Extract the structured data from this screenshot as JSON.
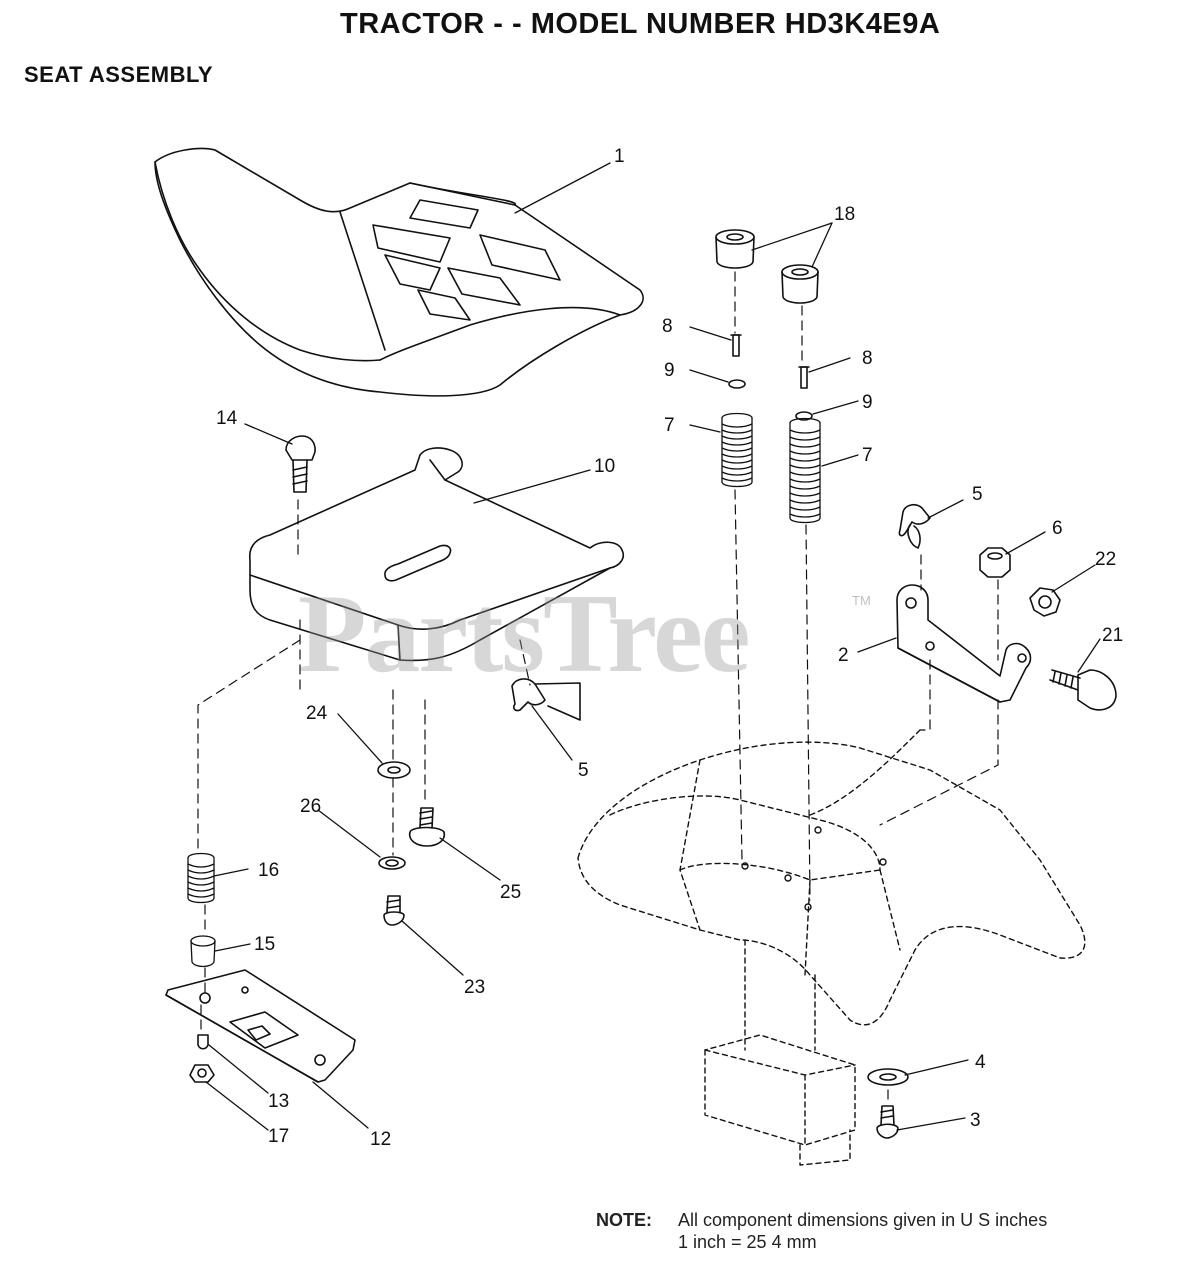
{
  "header": {
    "title": "TRACTOR - - MODEL NUMBER HD3K4E9A",
    "subtitle": "SEAT ASSEMBLY"
  },
  "watermark": {
    "text": "PartsTree",
    "tm": "TM"
  },
  "note": {
    "label": "NOTE:",
    "line1": "All component dimensions given in U S  inches",
    "line2": "1 inch = 25 4 mm"
  },
  "callouts": {
    "c1": "1",
    "c18": "18",
    "c8a": "8",
    "c8b": "8",
    "c9a": "9",
    "c9b": "9",
    "c7a": "7",
    "c7b": "7",
    "c14": "14",
    "c10": "10",
    "c5a": "5",
    "c5b": "5",
    "c6": "6",
    "c22": "22",
    "c21": "21",
    "c2": "2",
    "c24": "24",
    "c26": "26",
    "c25": "25",
    "c16": "16",
    "c15": "15",
    "c23": "23",
    "c13": "13",
    "c17": "17",
    "c12": "12",
    "c4": "4",
    "c3": "3"
  }
}
